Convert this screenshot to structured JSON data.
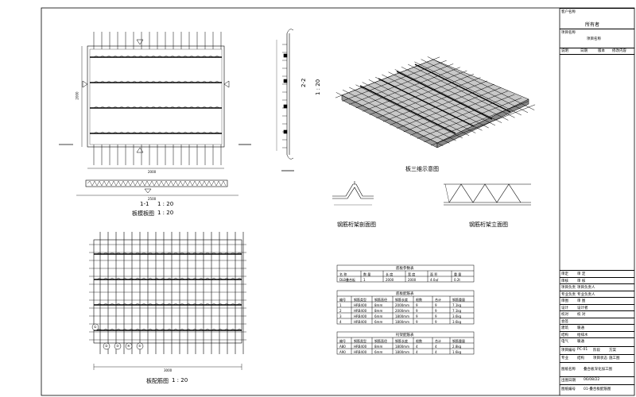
{
  "drawing": {
    "plan_title": "板模板图",
    "plan_scale": "1 : 20",
    "section_label": "1-1",
    "section_scale": "1 : 20",
    "side_label": "2-2",
    "side_scale": "1 : 20",
    "view3d_title": "板三维示意图",
    "truss_section_title": "钢筋桁架剖面图",
    "truss_elevation_title": "钢筋桁架立面图",
    "rebar_title": "板配筋图",
    "rebar_scale": "1 : 20",
    "dim_width": "2000",
    "dim_height": "2000",
    "dim_side": "2500",
    "dim_bottom_rebar": "3000",
    "tags": [
      "①",
      "②",
      "③",
      "④",
      "⑤"
    ]
  },
  "tables": {
    "t1": {
      "title": "底板参数表",
      "header": [
        "名 称",
        "数 量",
        "长 度",
        "宽 度",
        "面 积",
        "重 量"
      ],
      "rows": [
        [
          "DLB叠合板",
          "1",
          "2000",
          "2000",
          "4.0㎡",
          "0.2t"
        ]
      ]
    },
    "t2": {
      "title": "底板配筋表",
      "header": [
        "编号",
        "钢筋类型",
        "钢筋直径",
        "钢筋长度",
        "根数",
        "合计",
        "钢筋重量"
      ],
      "rows": [
        [
          "1",
          "HRB400",
          "8mm",
          "2000mm",
          "9",
          "9",
          "7.1kg"
        ],
        [
          "2",
          "HRB400",
          "8mm",
          "2000mm",
          "9",
          "9",
          "7.1kg"
        ],
        [
          "3",
          "HRB400",
          "6mm",
          "1800mm",
          "9",
          "9",
          "3.6kg"
        ],
        [
          "4",
          "HRB400",
          "6mm",
          "1800mm",
          "9",
          "9",
          "3.6kg"
        ]
      ]
    },
    "t3": {
      "title": "桁架配筋表",
      "header": [
        "编号",
        "钢筋类型",
        "钢筋直径",
        "钢筋长度",
        "根数",
        "合计",
        "钢筋重量"
      ],
      "rows": [
        [
          "A80",
          "HRB400",
          "8mm",
          "1800mm",
          "4",
          "4",
          "2.8kg"
        ],
        [
          "A90",
          "HRB400",
          "6mm",
          "1800mm",
          "4",
          "4",
          "1.6kg"
        ]
      ]
    }
  },
  "titleblock": {
    "client_label": "客户名称",
    "client_value": "所有者",
    "project_label": "项目名称",
    "project_value": "项目名称",
    "note_label": "说明",
    "rev_headers": [
      "日期",
      "版本",
      "修改内容"
    ],
    "roles": [
      {
        "label": "审定",
        "name": "审 定"
      },
      {
        "label": "审核",
        "name": "审 核"
      },
      {
        "label": "项目负责",
        "name": "项目负责人"
      },
      {
        "label": "专业负责",
        "name": "专业负责人"
      },
      {
        "label": "审图",
        "name": "审 图"
      },
      {
        "label": "设计",
        "name": "设计者"
      },
      {
        "label": "校对",
        "name": "校 对"
      },
      {
        "label": "会签",
        "name": ""
      }
    ],
    "disciplines": [
      {
        "label": "建筑",
        "name": "暖通"
      },
      {
        "label": "结构",
        "name": "给排水"
      },
      {
        "label": "电气",
        "name": "暖通"
      }
    ],
    "project_no_label": "项目编号",
    "project_no": "PC-01",
    "phase_label": "阶段",
    "phase": "方案",
    "major_label": "专业",
    "major": "结构",
    "stage_label": "项目状态",
    "stage": "施工图",
    "drawing_name_label": "图纸名称",
    "drawing_name": "叠合板深化加工图",
    "date_label": "出图日期",
    "date": "06/08/22",
    "drawing_no_label": "图纸编号",
    "drawing_no": "01-叠合板配筋图"
  }
}
